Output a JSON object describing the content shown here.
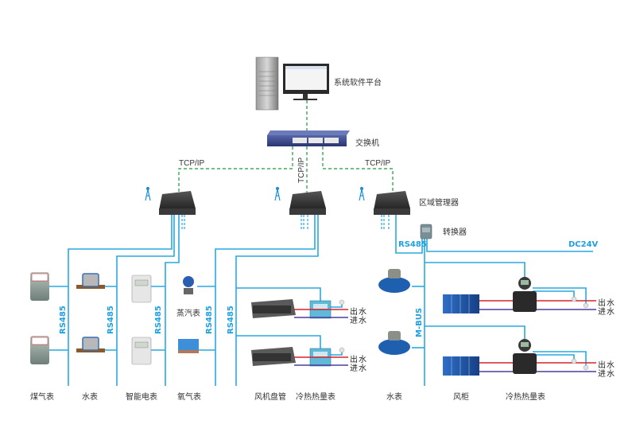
{
  "title": "能耗监测系统拓扑图",
  "colors": {
    "bus_line": "#29a9e1",
    "tcp_line": "#1a9a3a",
    "hot_pipe": "#d9232d",
    "cold_pipe": "#4a3f9a",
    "device_blue": "#1e5fb0"
  },
  "top": {
    "platform_label": "系统软件平台",
    "switch_label": "交换机"
  },
  "network": {
    "tcp_left": "TCP/IP",
    "tcp_center": "TCP/IP",
    "tcp_right": "TCP/IP",
    "manager_label": "区域管理器",
    "converter_label": "转换器",
    "rs485_converter": "RS485",
    "dc_label": "DC24V"
  },
  "buses": {
    "gas": "RS485",
    "water": "RS485",
    "electric": "RS485",
    "steam": "RS485",
    "fancoil": "RS485",
    "mbus": "M-BUS"
  },
  "devices": {
    "steam_meter": "蒸汽表",
    "flow_out": "出水",
    "flow_in": "进水"
  },
  "bottom_labels": [
    "煤气表",
    "水表",
    "智能电表",
    "氧气表",
    "风机盘管",
    "冷热热量表",
    "水表",
    "风柜",
    "冷热热量表"
  ]
}
